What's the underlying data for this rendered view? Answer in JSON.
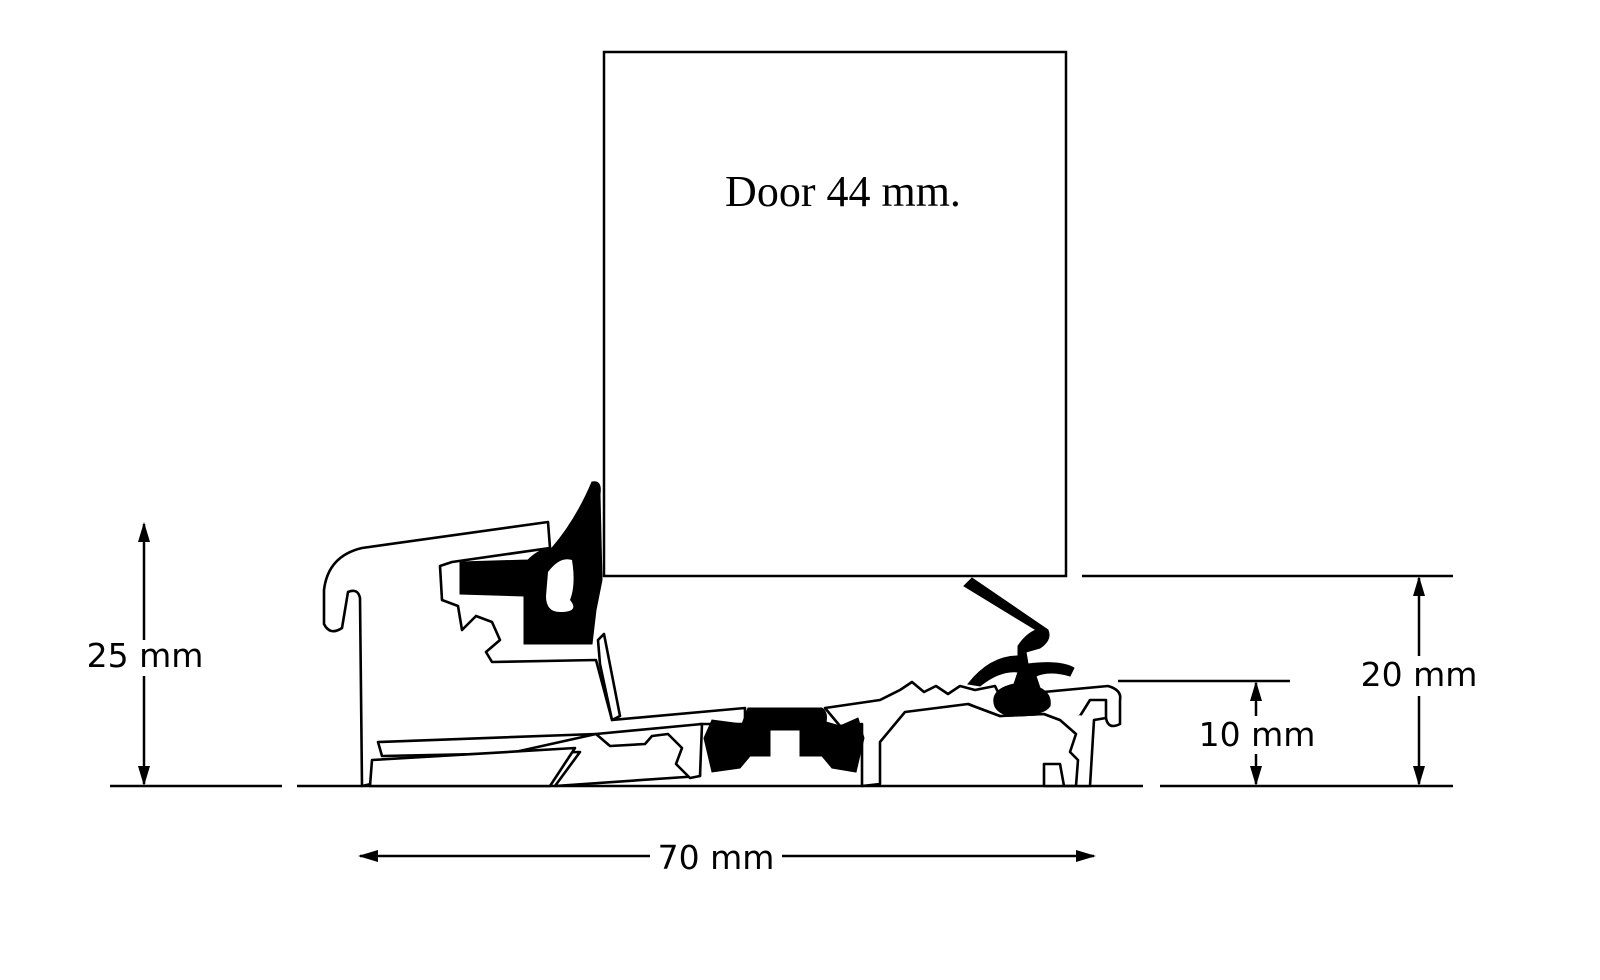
{
  "door": {
    "label": "Door 44 mm."
  },
  "dimensions": {
    "height_total": "25 mm",
    "door_gap": "20 mm",
    "step": "10 mm",
    "width": "70 mm"
  },
  "colors": {
    "line": "#000000",
    "background": "#ffffff"
  }
}
